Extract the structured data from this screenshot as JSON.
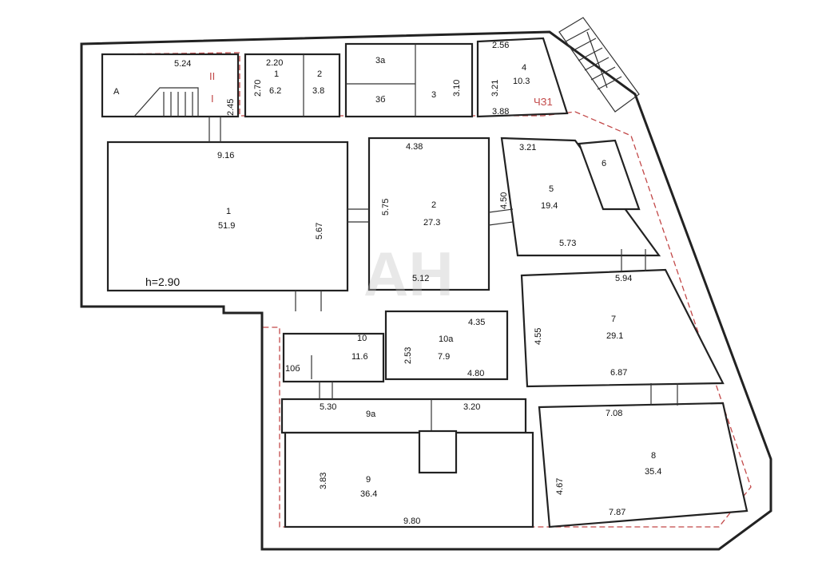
{
  "plan": {
    "ceiling_height": "h=2.90",
    "section_label": "ЧЗ1",
    "watermark": "АН",
    "stair_label": "А",
    "stair_marks": [
      "II",
      "I"
    ],
    "colors": {
      "walls": "#222222",
      "boundary_dashes": "#c24848"
    },
    "rooms": [
      {
        "id": "stair-a",
        "number": "",
        "area": ""
      },
      {
        "id": "room-1-top",
        "number": "1",
        "area": "6.2"
      },
      {
        "id": "room-2-top",
        "number": "2",
        "area": "3.8"
      },
      {
        "id": "room-3a",
        "number": "3а",
        "area": ""
      },
      {
        "id": "room-3b",
        "number": "3б",
        "area": ""
      },
      {
        "id": "room-3",
        "number": "3",
        "area": ""
      },
      {
        "id": "room-4",
        "number": "4",
        "area": "10.3"
      },
      {
        "id": "room-1",
        "number": "1",
        "area": "51.9"
      },
      {
        "id": "room-2",
        "number": "2",
        "area": "27.3"
      },
      {
        "id": "room-5",
        "number": "5",
        "area": "19.4"
      },
      {
        "id": "room-6",
        "number": "6",
        "area": ""
      },
      {
        "id": "room-7",
        "number": "7",
        "area": "29.1"
      },
      {
        "id": "room-10",
        "number": "10",
        "area": "11.6"
      },
      {
        "id": "room-10a",
        "number": "10а",
        "area": "7.9"
      },
      {
        "id": "room-10b",
        "number": "10б",
        "area": ""
      },
      {
        "id": "room-9a",
        "number": "9а",
        "area": ""
      },
      {
        "id": "room-9",
        "number": "9",
        "area": "36.4"
      },
      {
        "id": "room-8",
        "number": "8",
        "area": "35.4"
      }
    ],
    "dimensions": [
      "5.24",
      "2.45",
      "2.20",
      "2.70",
      "3.10",
      "2.56",
      "3.21",
      "3.88",
      "9.16",
      "5.67",
      "4.38",
      "5.75",
      "5.12",
      "3.21",
      "4.50",
      "5.73",
      "5.94",
      "4.55",
      "6.87",
      "4.35",
      "2.53",
      "4.80",
      "5.30",
      "3.20",
      "3.83",
      "9.80",
      "7.08",
      "4.67",
      "7.87"
    ]
  }
}
